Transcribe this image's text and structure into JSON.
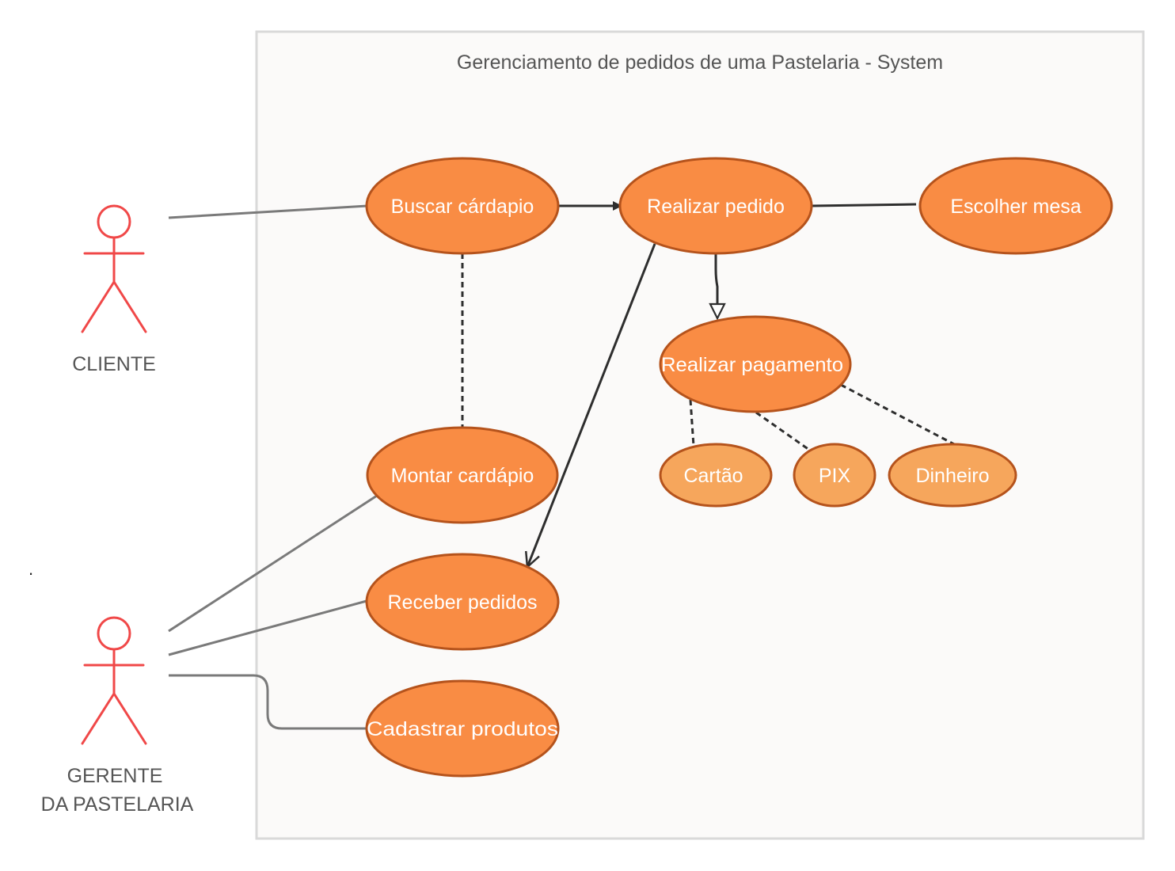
{
  "system": {
    "title": "Gerenciamento de pedidos de uma Pastelaria - System"
  },
  "actors": {
    "cliente": {
      "label": "CLIENTE"
    },
    "gerente": {
      "line1": "GERENTE",
      "line2": "DA PASTELARIA"
    }
  },
  "use_cases": {
    "buscar_cardapio": "Buscar cárdapio",
    "realizar_pedido": "Realizar pedido",
    "escolher_mesa": "Escolher mesa",
    "realizar_pagamento": "Realizar pagamento",
    "cartao": "Cartão",
    "pix": "PIX",
    "dinheiro": "Dinheiro",
    "montar_cardapio": "Montar cardápio",
    "receber_pedidos": "Receber pedidos",
    "cadastrar_produtos": "Cadastrar produtos"
  },
  "stray_mark": ".",
  "colors": {
    "use_case_fill": "#F98C44",
    "use_case_stroke": "#B5531C",
    "payment_option_fill": "#F6A65C",
    "actor": "#F04848",
    "system_fill": "#FBFAF9",
    "system_border": "#D9D9D9",
    "association_line": "#7A7A7A",
    "arrow_line": "#2E2E2E"
  }
}
